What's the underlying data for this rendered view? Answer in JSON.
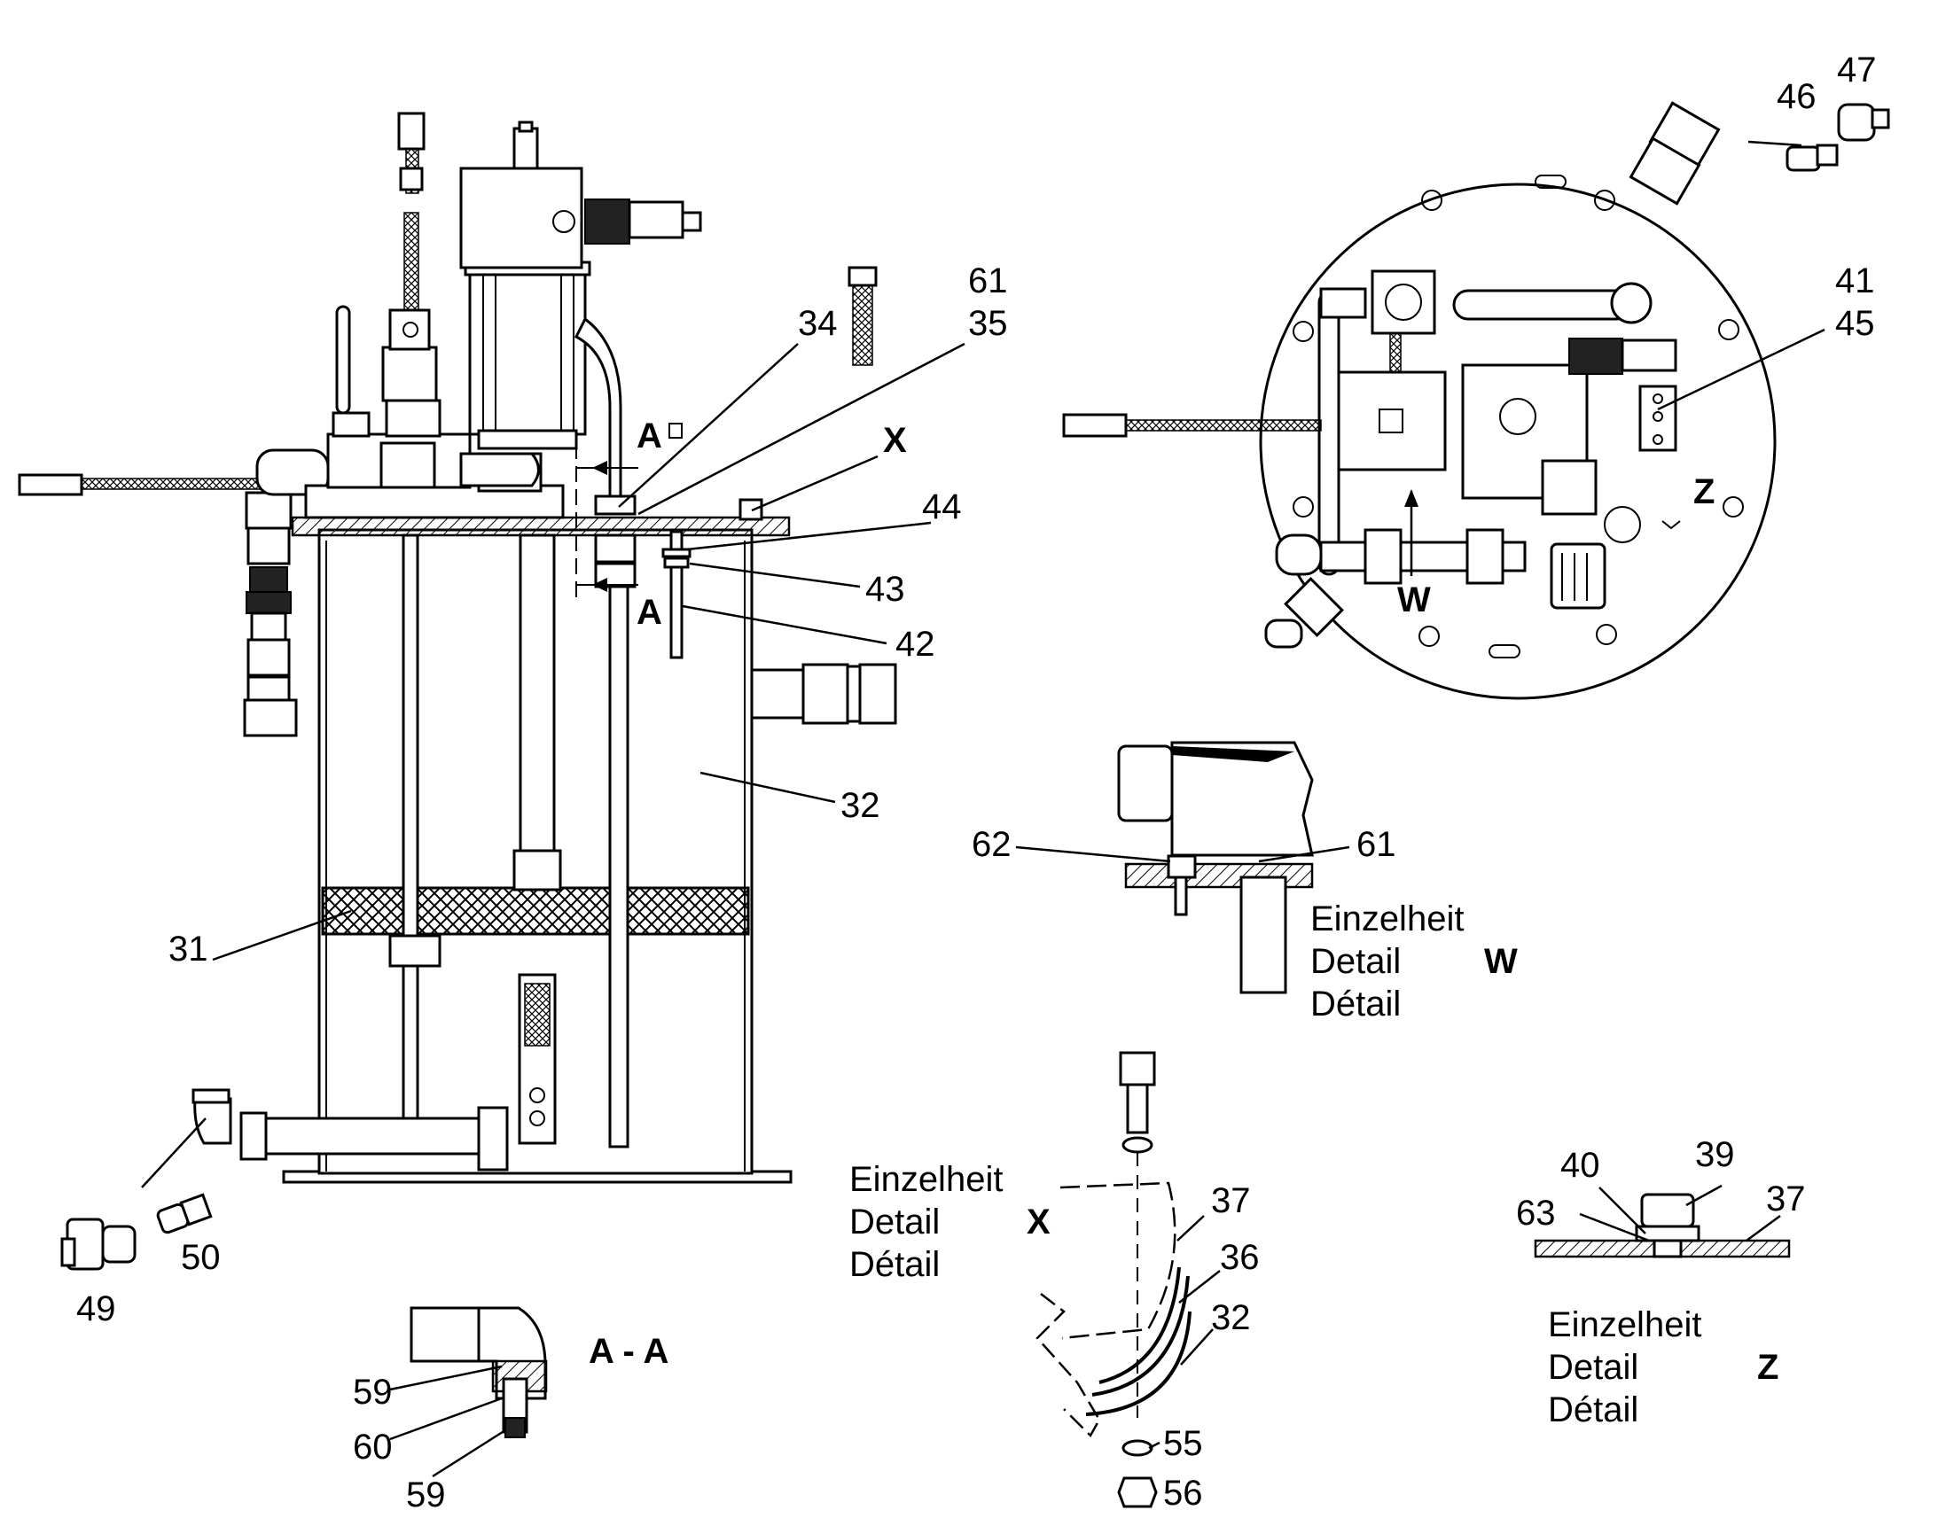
{
  "main_view": {
    "callouts": [
      "34",
      "61",
      "35",
      "X",
      "44",
      "43",
      "42",
      "32",
      "31",
      "50",
      "49"
    ],
    "section_marks": [
      "A",
      "A"
    ]
  },
  "top_view": {
    "callouts": [
      "46",
      "47",
      "41",
      "45",
      "Z",
      "W"
    ]
  },
  "detail_w": {
    "callouts": [
      "62",
      "61"
    ],
    "caption": [
      "Einzelheit",
      "Detail",
      "Détail"
    ],
    "letter": "W"
  },
  "section_aa": {
    "title": "A - A",
    "callouts": [
      "59",
      "60",
      "59"
    ]
  },
  "detail_x": {
    "callouts": [
      "37",
      "36",
      "32",
      "55",
      "56"
    ],
    "caption": [
      "Einzelheit",
      "Detail",
      "Détail"
    ],
    "letter": "X"
  },
  "detail_z": {
    "callouts": [
      "40",
      "39",
      "63",
      "37"
    ],
    "caption": [
      "Einzelheit",
      "Detail",
      "Détail"
    ],
    "letter": "Z"
  }
}
